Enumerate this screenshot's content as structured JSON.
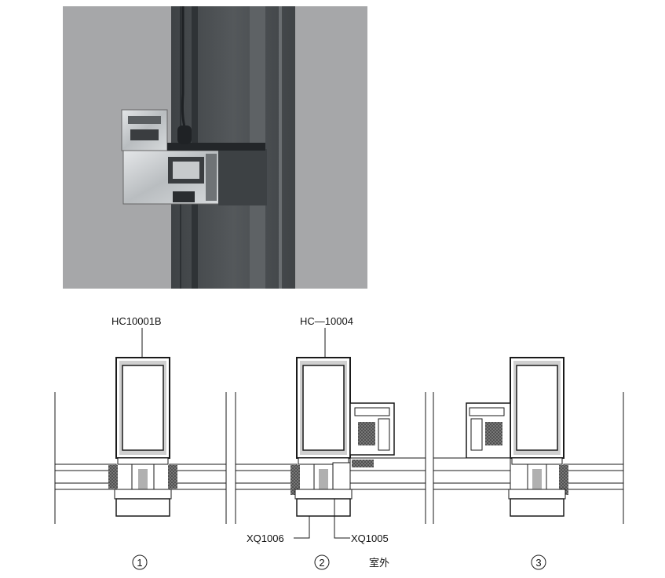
{
  "labels": {
    "section1_profile": "HC10001B",
    "section2_profile": "HC—10004",
    "section2_left_part": "XQ1006",
    "section2_right_part": "XQ1005",
    "exterior_label": "室外"
  },
  "section_numbers": [
    "1",
    "2",
    "3"
  ],
  "colors": {
    "photo_background": "#a6a7a9",
    "mullion_dark": "#4a4d50",
    "aluminum": "#c9ccce",
    "line": "#1a1a1a",
    "foam": "#555555"
  }
}
